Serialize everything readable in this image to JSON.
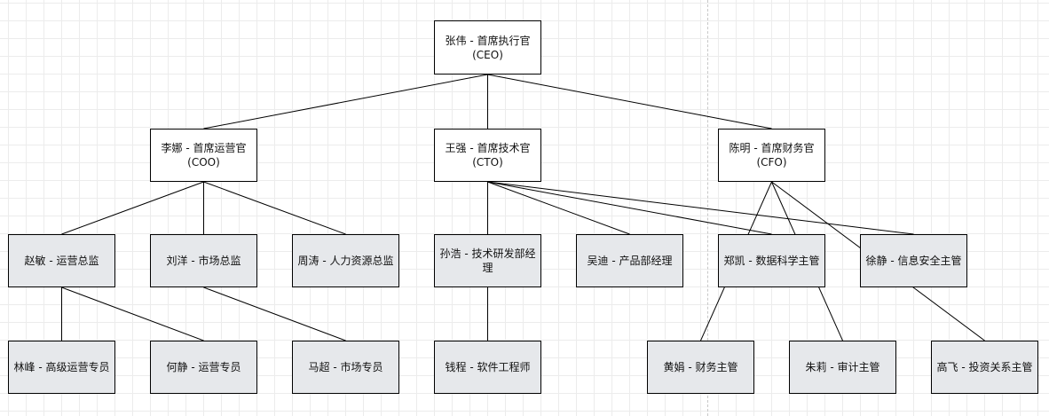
{
  "org_chart": {
    "ceo": "张伟 - 首席执行官\n(CEO)",
    "coo": "李娜 - 首席运营官\n(COO)",
    "cto": "王强 - 首席技术官\n(CTO)",
    "cfo": "陈明 - 首席财务官\n(CFO)",
    "zhaomin": "赵敏 - 运营总监",
    "liuyang": "刘洋 - 市场总监",
    "zhoutao": "周涛 - 人力资源总监",
    "sunhao": "孙浩 - 技术研发部经\n理",
    "wudi": "吴迪 - 产品部经理",
    "zhengkai": "郑凯 - 数据科学主管",
    "xujing": "徐静 - 信息安全主管",
    "linfeng": "林峰 - 高级运营专员",
    "hejing": "何静 - 运营专员",
    "machao": "马超 - 市场专员",
    "qiancheng": "钱程 - 软件工程师",
    "huangjuan": "黄娟 - 财务主管",
    "zhuli": "朱莉 - 审计主管",
    "gaofei": "高飞 - 投资关系主管"
  },
  "edges": [
    [
      "ceo",
      "coo"
    ],
    [
      "ceo",
      "cto"
    ],
    [
      "ceo",
      "cfo"
    ],
    [
      "coo",
      "zhaomin"
    ],
    [
      "coo",
      "liuyang"
    ],
    [
      "coo",
      "zhoutao"
    ],
    [
      "cto",
      "sunhao"
    ],
    [
      "cto",
      "wudi"
    ],
    [
      "cto",
      "zhengkai"
    ],
    [
      "cto",
      "xujing"
    ],
    [
      "cfo",
      "huangjuan"
    ],
    [
      "cfo",
      "zhuli"
    ],
    [
      "cfo",
      "gaofei"
    ],
    [
      "zhaomin",
      "linfeng"
    ],
    [
      "zhaomin",
      "hejing"
    ],
    [
      "liuyang",
      "machao"
    ],
    [
      "sunhao",
      "qiancheng"
    ]
  ],
  "colors": {
    "line": "#000000",
    "exec_fill": "#ffffff",
    "staff_fill": "#e6e8eb"
  }
}
